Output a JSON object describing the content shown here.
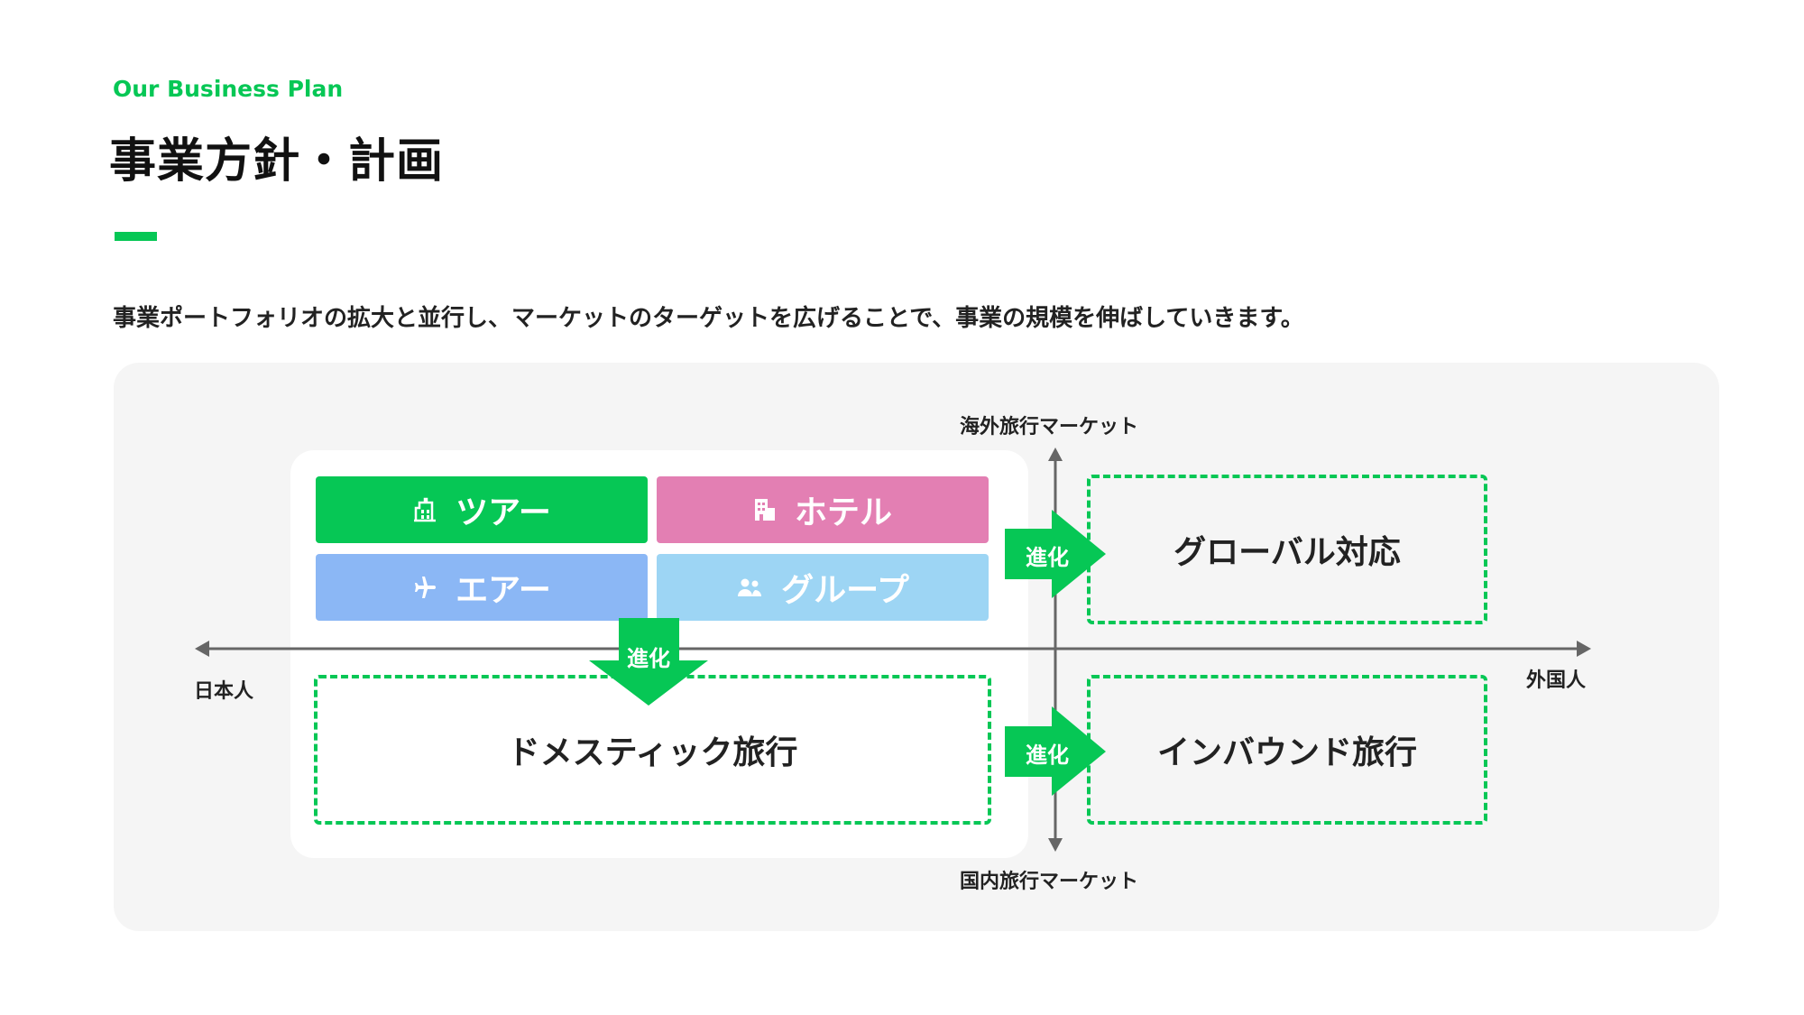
{
  "header": {
    "eyebrow": "Our Business Plan",
    "title": "事業方針・計画",
    "lead": "事業ポートフォリオの拡大と並行し、マーケットのターゲットを広げることで、事業の規模を伸ばしていきます。"
  },
  "diagram": {
    "axes": {
      "top": "海外旅行マーケット",
      "bottom": "国内旅行マーケット",
      "left": "日本人",
      "right": "外国人"
    },
    "tiles": [
      {
        "label": "ツアー",
        "icon": "building-icon",
        "color": "#06c755"
      },
      {
        "label": "ホテル",
        "icon": "hotel-icon",
        "color": "#e37fb3"
      },
      {
        "label": "エアー",
        "icon": "airplane-icon",
        "color": "#8bb7f5"
      },
      {
        "label": "グループ",
        "icon": "group-icon",
        "color": "#9dd5f4"
      }
    ],
    "targets": {
      "domestic": "ドメスティック旅行",
      "global": "グローバル対応",
      "inbound": "インバウンド旅行"
    },
    "evolve_label": "進化",
    "colors": {
      "accent": "#06c755",
      "axis": "#666666",
      "panel": "#f5f5f5"
    }
  }
}
